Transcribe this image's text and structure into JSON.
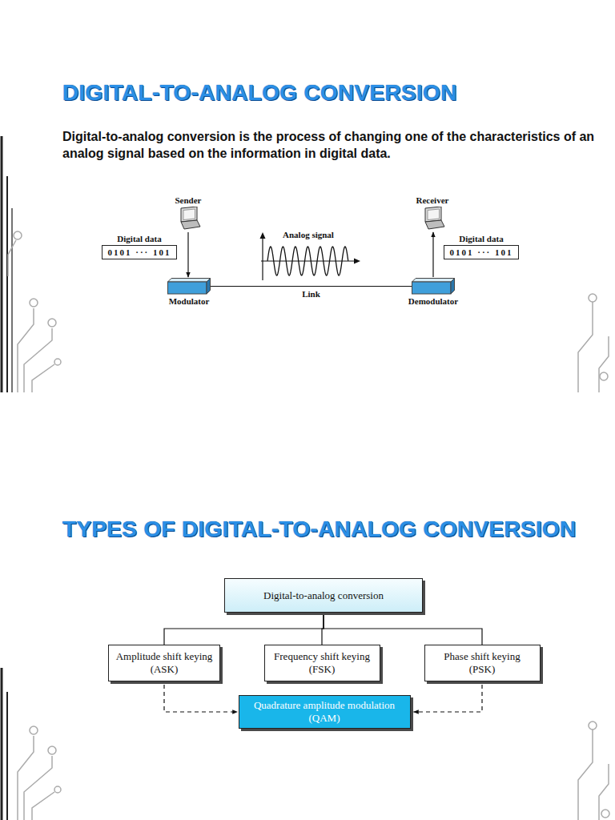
{
  "diagram": {
    "title": "DIGITAL-TO-ANALOG CONVERSION",
    "nodes": [
      {
        "text": [
          "Sender"
        ]
      },
      {
        "text": [
          "Digital data",
          "0101 ··· 101"
        ]
      },
      {
        "text": [
          "Modulator"
        ]
      },
      {
        "text": [
          "Receiver"
        ]
      },
      {
        "text": [
          "Digital data",
          "0101 ··· 101"
        ]
      },
      {
        "text": [
          "Demodulator"
        ]
      },
      {
        "text": [
          "Digital-to-analog conversion"
        ]
      },
      {
        "text": [
          "Amplitude shift keying (ASK)"
        ]
      },
      {
        "text": [
          "Frequency shift keying (FSK)"
        ]
      },
      {
        "text": [
          "Phase shift keying (PSK)"
        ]
      },
      {
        "text": [
          "Quadrature amplitude modulation (QAM)"
        ]
      }
    ],
    "edges": [
      {
        "from": 0,
        "to": 2,
        "arrow": "to"
      },
      {
        "from": 2,
        "to": 5,
        "label": "Link",
        "arrow": "none"
      },
      {
        "from": 5,
        "to": 3,
        "arrow": "to"
      },
      {
        "from": 6,
        "to": 7,
        "arrow": "none"
      },
      {
        "from": 6,
        "to": 8,
        "arrow": "none"
      },
      {
        "from": 6,
        "to": 9,
        "arrow": "none"
      },
      {
        "from": 7,
        "to": 10,
        "arrow": "to"
      },
      {
        "from": 9,
        "to": 10,
        "arrow": "to"
      }
    ],
    "labels": [
      "Digital-to-analog conversion is the process of changing one of the characteristics of an analog signal based on the information in digital data.",
      "Analog signal",
      "TYPES OF DIGITAL-TO-ANALOG CONVERSION"
    ]
  }
}
